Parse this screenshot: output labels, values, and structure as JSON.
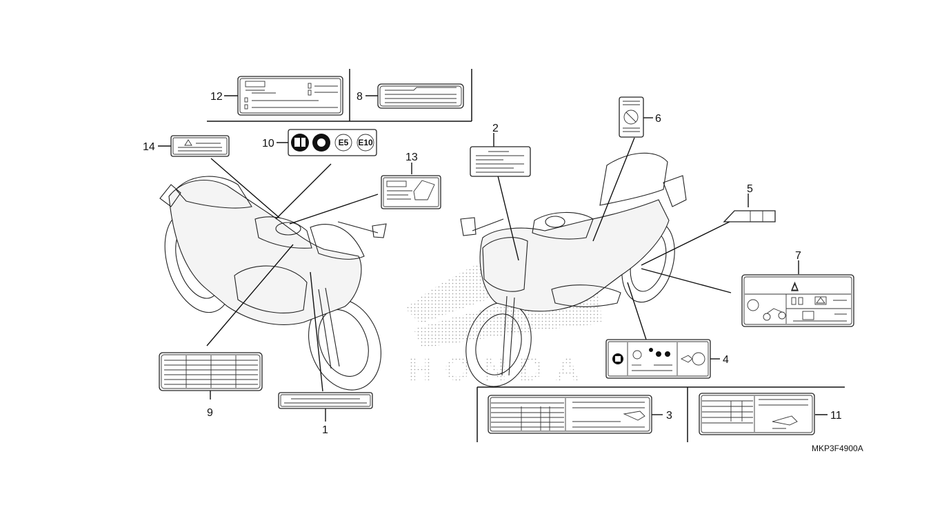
{
  "callouts": {
    "c1": "1",
    "c2": "2",
    "c3": "3",
    "c4": "4",
    "c5": "5",
    "c6": "6",
    "c7": "7",
    "c8": "8",
    "c9": "9",
    "c10": "10",
    "c11": "11",
    "c12": "12",
    "c13": "13",
    "c14": "14"
  },
  "icon_labels": {
    "e5": "E5",
    "e10": "E10"
  },
  "diagram_code": "MKP3F4900A",
  "watermark": "HONDA"
}
